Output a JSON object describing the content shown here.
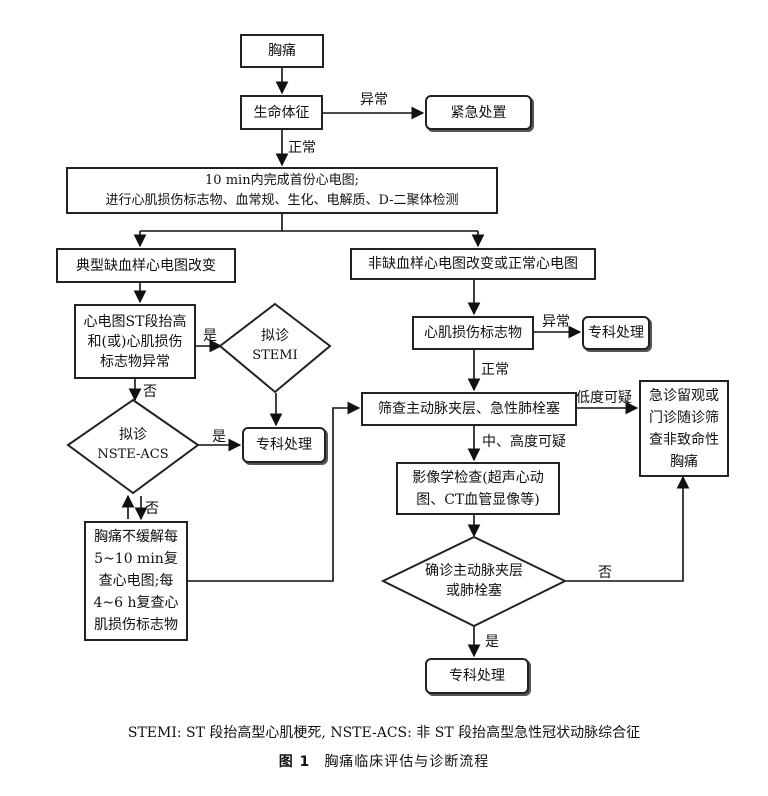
{
  "nodes": {
    "chest_pain": "胸痛",
    "vital_signs": "生命体征",
    "emergency": "紧急处置",
    "ecg_line1": "10 min内完成首份心电图;",
    "ecg_line2": "进行心肌损伤标志物、血常规、生化、电解质、D-二聚体检测",
    "typical_ecg": "典型缺血样心电图改变",
    "non_ischemic_ecg": "非缺血样心电图改变或正常心电图",
    "st_elev": "心电图ST段抬高和(或)心肌损伤标志物异常",
    "stemi_line1": "拟诊",
    "stemi_line2": "STEMI",
    "nste_line1": "拟诊",
    "nste_line2": "NSTE-ACS",
    "specialist_1": "专科处理",
    "reexam": "胸痛不缓解每5~10 min复查心电图;每4~6 h复查心肌损伤标志物",
    "markers": "心肌损伤标志物",
    "specialist_2": "专科处理",
    "screen": "筛查主动脉夹层、急性肺栓塞",
    "observe": "急诊留观或门诊随诊筛查非致命性胸痛",
    "imaging": "影像学检查(超声心动图、CT血管显像等)",
    "confirm_line1": "确诊主动脉夹层",
    "confirm_line2": "或肺栓塞",
    "specialist_3": "专科处理"
  },
  "edge_labels": {
    "abnormal_1": "异常",
    "normal_1": "正常",
    "yes_1": "是",
    "no_1": "否",
    "yes_2": "是",
    "no_2": "否",
    "abnormal_2": "异常",
    "normal_2": "正常",
    "low_suspicion": "低度可疑",
    "mid_high_suspicion": "中、高度可疑",
    "no_3": "否",
    "yes_3": "是"
  },
  "caption": {
    "abbrev": "STEMI: ST 段抬高型心肌梗死, NSTE-ACS: 非 ST 段抬高型急性冠状动脉综合征",
    "fig_no": "图 1",
    "fig_title": "胸痛临床评估与诊断流程"
  }
}
